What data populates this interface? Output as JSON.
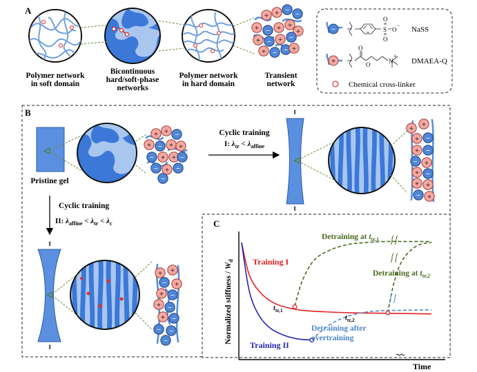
{
  "panel_a": {
    "letter": "A",
    "captions": [
      {
        "line1": "Polymer network",
        "line2": "in soft domain",
        "line3": ""
      },
      {
        "line1": "Bicontinuous",
        "line2": "hard/soft-phase",
        "line3": "networks"
      },
      {
        "line1": "Polymer network",
        "line2": "in hard domain",
        "line3": ""
      },
      {
        "line1": "Transient",
        "line2": "network",
        "line3": ""
      }
    ],
    "legend": {
      "items": [
        {
          "label": "NaSS",
          "ion_symbol": "−",
          "color": "#5b8fd9"
        },
        {
          "label": "DMAEA-Q",
          "ion_symbol": "+",
          "color": "#f4a09a"
        },
        {
          "label": "Chemical cross-linker",
          "ion_symbol": "",
          "color": "#e05a5a"
        }
      ],
      "chem_fragments": {
        "s": "S",
        "o": "O",
        "o_minus": "O",
        "n_plus": "N",
        "plus": "+",
        "minus": "−"
      }
    }
  },
  "panel_b": {
    "letter": "B",
    "pristine_label": "Pristine gel",
    "training1": {
      "title": "Cyclic training",
      "cond_prefix": "I: ",
      "lam": "λ",
      "sub1": "tr",
      "lt": " < ",
      "sub2": "affine"
    },
    "training2": {
      "title": "Cyclic training",
      "cond_prefix": "II: ",
      "lam": "λ",
      "sub1": "affine",
      "lt": " < ",
      "sub2": "tr",
      "sub3": "c"
    }
  },
  "panel_c": {
    "letter": "C",
    "y_axis": {
      "text": "Normalized stiffness / ",
      "w": "W",
      "w_sub": "d"
    },
    "x_axis": "Time",
    "labels": {
      "training_1": "Training I",
      "training_2": "Training II",
      "detraining_1": {
        "text": "Detraining at ",
        "t": "t",
        "sub": "tr,1"
      },
      "detraining_2": {
        "text": "Detraining at ",
        "t": "t",
        "sub": "tr,2"
      },
      "detraining_over_1": "Detraining after",
      "detraining_over_2": "overtraining",
      "ttr1": {
        "t": "t",
        "sub": "tr,1"
      },
      "ttr2": {
        "t": "t",
        "sub": "tr,2"
      }
    },
    "colors": {
      "training_1": "#e02020",
      "training_2": "#2424b4",
      "detraining": "#4a6a1e",
      "overtraining": "#4f86c9"
    },
    "chart_data": {
      "type": "line",
      "series": [
        {
          "name": "Training I",
          "x": [
            0,
            4,
            10,
            18,
            30,
            45,
            60,
            80,
            100
          ],
          "y": [
            1.0,
            0.68,
            0.5,
            0.39,
            0.33,
            0.31,
            0.3,
            0.295,
            0.29
          ]
        },
        {
          "name": "Training II",
          "x": [
            0,
            4,
            9,
            15,
            22,
            30,
            38
          ],
          "y": [
            1.0,
            0.52,
            0.28,
            0.15,
            0.08,
            0.04,
            0.03
          ]
        },
        {
          "name": "Detraining at tr,1",
          "x": [
            28,
            32,
            38,
            46,
            56,
            66,
            76,
            86,
            100
          ],
          "y": [
            0.37,
            0.62,
            0.82,
            0.92,
            0.98,
            1.0,
            1.01,
            1.01,
            1.01
          ]
        },
        {
          "name": "Detraining at tr,2",
          "x": [
            77,
            80,
            84,
            89,
            94,
            100
          ],
          "y": [
            0.3,
            0.58,
            0.8,
            0.92,
            0.98,
            1.0
          ]
        },
        {
          "name": "Detraining after overtraining",
          "x": [
            37,
            42,
            48,
            55,
            63,
            72,
            82,
            100
          ],
          "y": [
            0.03,
            0.12,
            0.2,
            0.26,
            0.3,
            0.32,
            0.325,
            0.33
          ]
        }
      ],
      "points": [
        {
          "name": "t_tr1",
          "x": 28,
          "y": 0.36,
          "color": "#e02020"
        },
        {
          "name": "t_tr2",
          "x": 77,
          "y": 0.3,
          "color": "#e02020"
        },
        {
          "name": "t_end2",
          "x": 37,
          "y": 0.03,
          "color": "#2424b4"
        }
      ]
    }
  }
}
